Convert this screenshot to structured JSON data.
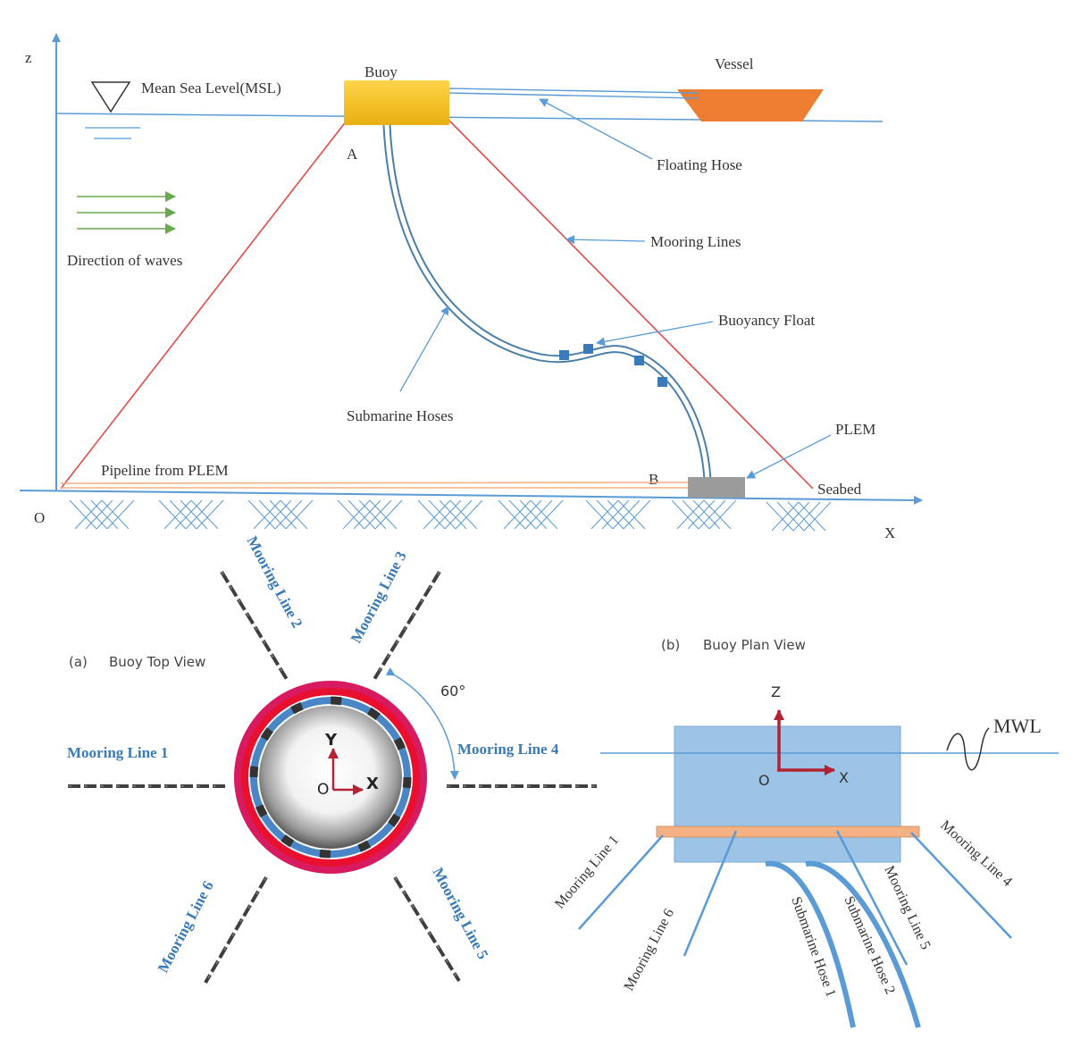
{
  "side_view": {
    "axis_z": "z",
    "axis_x": "X",
    "origin": "O",
    "msl": "Mean Sea Level(MSL)",
    "buoy": "Buoy",
    "vessel": "Vessel",
    "point_a": "A",
    "point_b": "B",
    "floating_hose": "Floating Hose",
    "direction_of_waves": "Direction of waves",
    "mooring_lines": "Mooring Lines",
    "buoyancy_float": "Buoyancy Float",
    "submarine_hoses": "Submarine Hoses",
    "plem": "PLEM",
    "pipeline": "Pipeline from PLEM",
    "seabed": "Seabed"
  },
  "top_view": {
    "panel": "(a)",
    "title": "Buoy Top View",
    "angle": "60°",
    "axis_y": "Y",
    "axis_x": "X",
    "origin": "O",
    "mooring_lines": [
      "Mooring Line 1",
      "Mooring Line 2",
      "Mooring Line 3",
      "Mooring Line 4",
      "Mooring Line 5",
      "Mooring Line 6"
    ]
  },
  "plan_view": {
    "panel": "(b)",
    "title": "Buoy Plan View",
    "mwl": "MWL",
    "axis_z": "Z",
    "axis_x": "X",
    "origin": "O",
    "mooring_lines": [
      "Mooring Line 1",
      "Mooring Line 6",
      "Mooring Line 5",
      "Mooring Line 4"
    ],
    "hoses": [
      "Submarine Hose 1",
      "Submarine Hose 2"
    ]
  },
  "colors": {
    "axis_blue": "#5b9bd5",
    "mooring_red": "#e04a4a",
    "buoy_yellow": "#f5c518",
    "vessel_orange": "#ed7d31",
    "wave_green": "#6aa84f",
    "ring_magenta": "#d81b60",
    "label_blue": "#3a7ab8"
  }
}
